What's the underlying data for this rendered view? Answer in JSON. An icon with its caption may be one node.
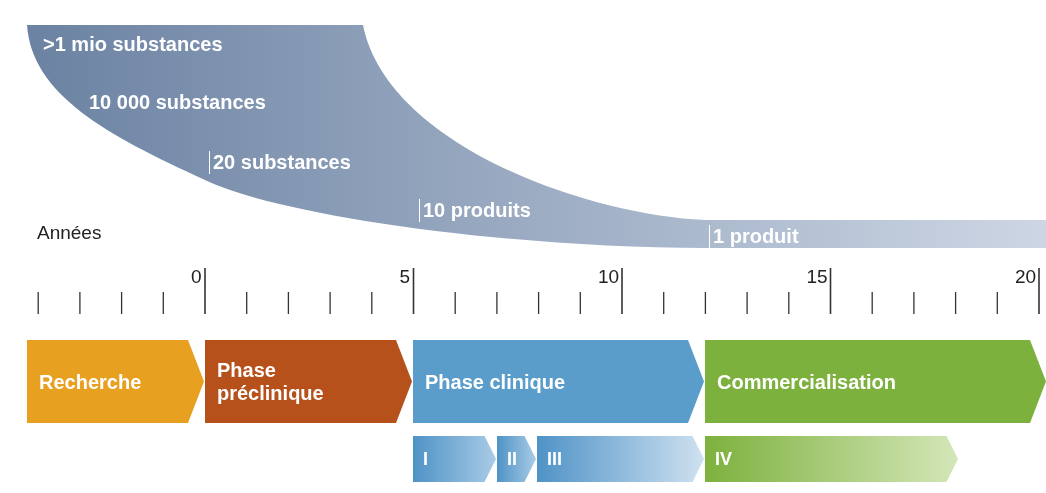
{
  "diagram": {
    "nodes": [
      {
        "text": [
          ">1 mio substances",
          "10 000 substances",
          "20 substances",
          "10 produits",
          "1 produit"
        ]
      },
      {
        "text": [
          "Recherche"
        ]
      },
      {
        "text": [
          "Phase préclinique"
        ]
      },
      {
        "text": [
          "Phase clinique"
        ]
      },
      {
        "text": [
          "Commercialisation"
        ]
      },
      {
        "text": [
          "I"
        ]
      },
      {
        "text": [
          "II"
        ]
      },
      {
        "text": [
          "III"
        ]
      },
      {
        "text": [
          "IV"
        ]
      }
    ],
    "edges": [],
    "labels": [
      "Années",
      "0",
      "5",
      "10",
      "15",
      "20"
    ]
  }
}
